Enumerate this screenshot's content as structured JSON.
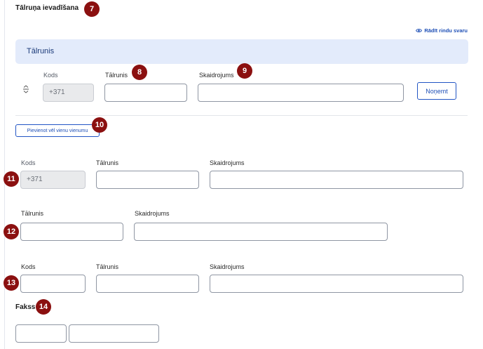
{
  "section": {
    "title": "Tālruņa ievadīšana",
    "show_weight_link": "Rādīt rindu svaru"
  },
  "phone_group": {
    "header": "Tālrunis",
    "row": {
      "code_label": "Kods",
      "code_value": "+371",
      "phone_label": "Tālrunis",
      "description_label": "Skaidrojums",
      "remove_button": "Noņemt"
    },
    "add_button": "Pievienot vēl vienu vienumu"
  },
  "example_a": {
    "code_label": "Kods",
    "code_value": "+371",
    "phone_label": "Tālrunis",
    "description_label": "Skaidrojums"
  },
  "example_b": {
    "phone_label": "Tālrunis",
    "description_label": "Skaidrojums"
  },
  "example_c": {
    "code_label": "Kods",
    "phone_label": "Tālrunis",
    "description_label": "Skaidrojums"
  },
  "fax": {
    "label": "Fakss"
  },
  "annotations": {
    "n7": "7",
    "n8": "8",
    "n9": "9",
    "n10": "10",
    "n11": "11",
    "n12": "12",
    "n13": "13",
    "n14": "14"
  },
  "colors": {
    "accent": "#1e4fb6",
    "badge": "#8b1010",
    "band": "#e3ebfb"
  },
  "icons": {
    "eye": "eye-icon",
    "drag": "drag-handle-icon"
  }
}
